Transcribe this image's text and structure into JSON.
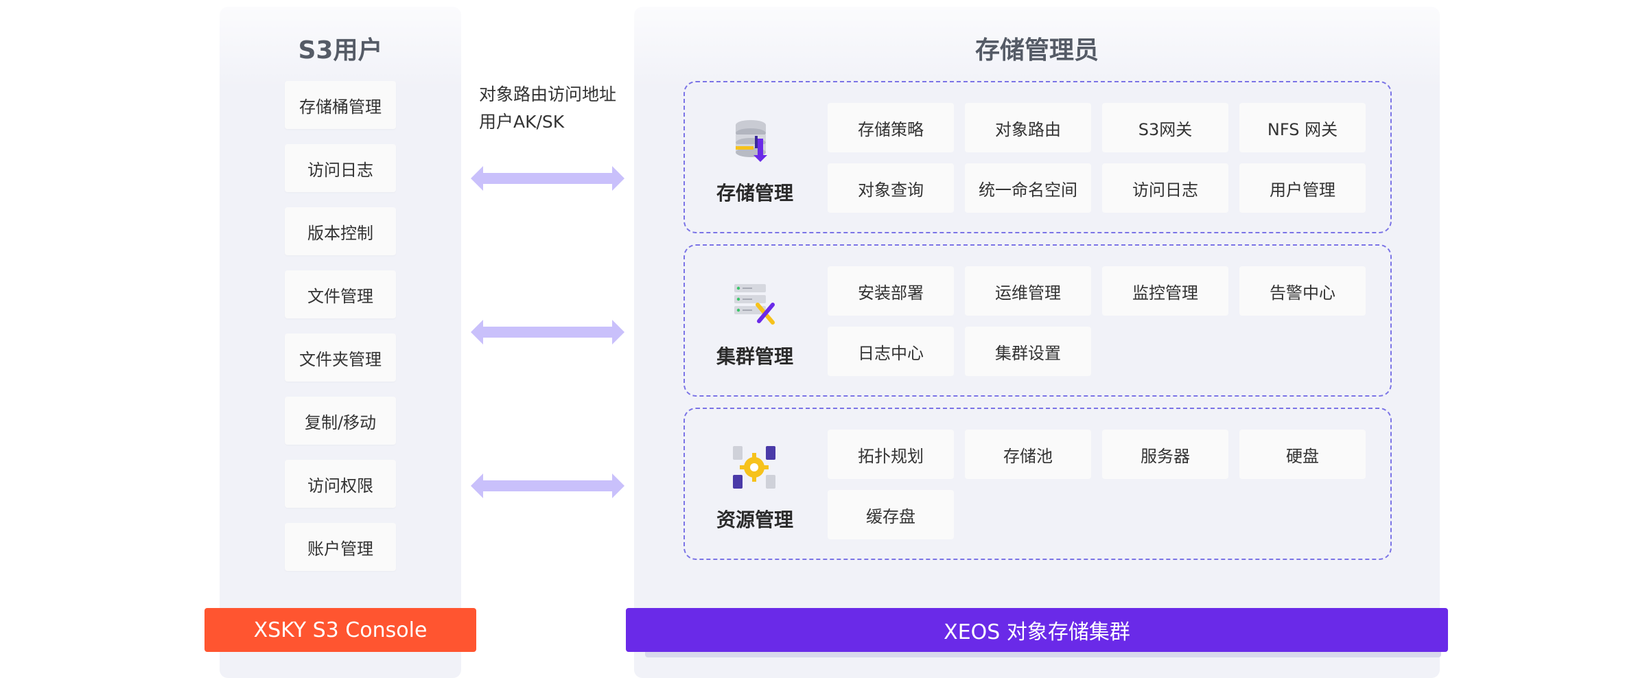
{
  "s3_user": {
    "title": "S3用户",
    "items": [
      "存储桶管理",
      "访问日志",
      "版本控制",
      "文件管理",
      "文件夹管理",
      "复制/移动",
      "访问权限",
      "账户管理"
    ],
    "console_label": "XSKY S3 Console"
  },
  "protocol": {
    "line1": "对象路由访问地址",
    "line2": "用户AK/SK"
  },
  "admin": {
    "title": "存储管理员",
    "sections": [
      {
        "label": "存储管理",
        "icon": "database-icon",
        "items": [
          "存储策略",
          "对象路由",
          "S3网关",
          "NFS 网关",
          "对象查询",
          "统一命名空间",
          "访问日志",
          "用户管理"
        ]
      },
      {
        "label": "集群管理",
        "icon": "server-tools-icon",
        "items": [
          "安装部署",
          "运维管理",
          "监控管理",
          "告警中心",
          "日志中心",
          "集群设置"
        ]
      },
      {
        "label": "资源管理",
        "icon": "resource-gear-icon",
        "items": [
          "拓扑规划",
          "存储池",
          "服务器",
          "硬盘",
          "缓存盘"
        ]
      }
    ],
    "cluster_label": "XEOS 对象存储集群"
  },
  "colors": {
    "console": "#ff5530",
    "cluster": "#6a2ae8",
    "arrow": "#c9c0fb",
    "dashed_border": "#7b74e6"
  }
}
